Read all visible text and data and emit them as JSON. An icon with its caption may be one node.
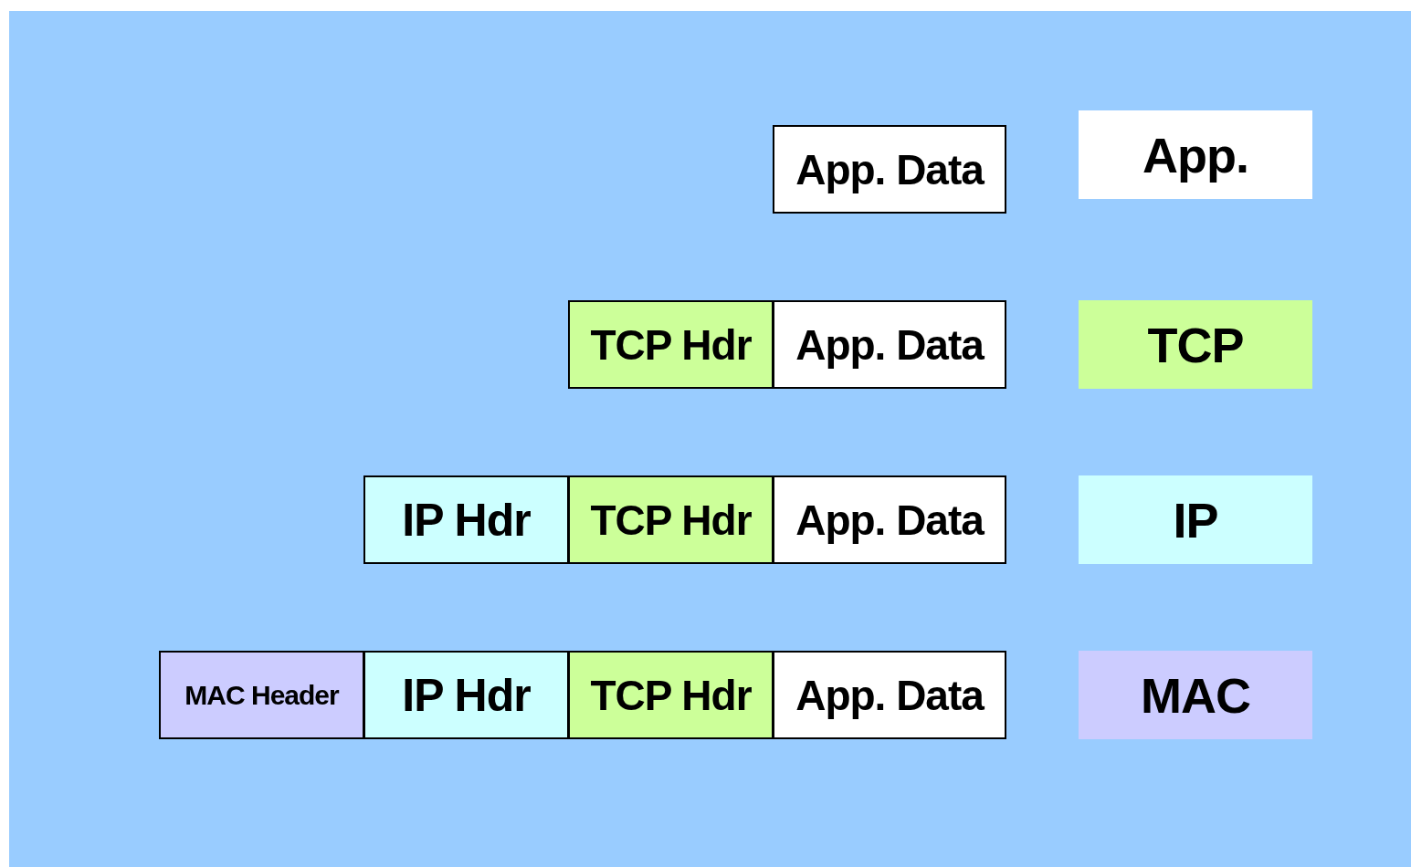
{
  "diagram": {
    "nodes": [
      {
        "text": [
          "App. Data"
        ]
      },
      {
        "text": [
          "App."
        ]
      },
      {
        "text": [
          "TCP Hdr"
        ]
      },
      {
        "text": [
          "App. Data"
        ]
      },
      {
        "text": [
          "TCP"
        ]
      },
      {
        "text": [
          "IP Hdr"
        ]
      },
      {
        "text": [
          "TCP Hdr"
        ]
      },
      {
        "text": [
          "App. Data"
        ]
      },
      {
        "text": [
          "IP"
        ]
      },
      {
        "text": [
          "MAC Header"
        ]
      },
      {
        "text": [
          "IP Hdr"
        ]
      },
      {
        "text": [
          "TCP Hdr"
        ]
      },
      {
        "text": [
          "App. Data"
        ]
      },
      {
        "text": [
          "MAC"
        ]
      }
    ]
  }
}
